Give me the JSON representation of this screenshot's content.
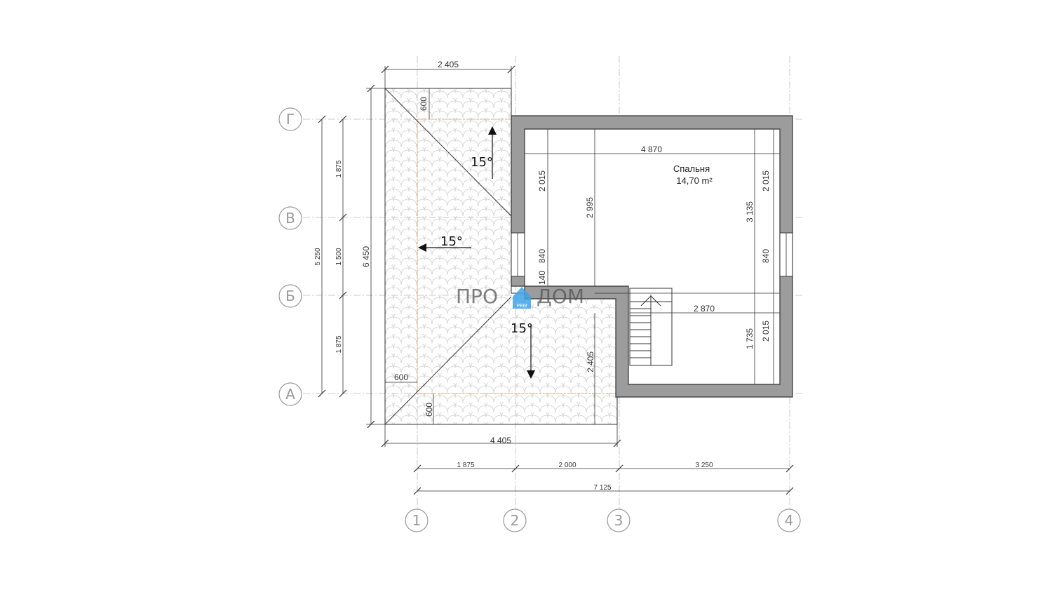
{
  "axes": {
    "vertical": [
      "1",
      "2",
      "3",
      "4"
    ],
    "horizontal": [
      "Г",
      "В",
      "Б",
      "А"
    ]
  },
  "room": {
    "name": "Спальня",
    "area": "14,70 m²"
  },
  "logo": {
    "left": "ПРО",
    "right": "ДОМ",
    "sub": "РЕМ"
  },
  "slopes": [
    "15°",
    "15°",
    "15°"
  ],
  "dims": {
    "top_width": "2 405",
    "overhang_top": "600",
    "overhang_left": "600",
    "overhang_bottom": "600",
    "roof_bottom_width": "4 405",
    "left_1875_top": "1 875",
    "left_1500": "1 500",
    "left_1875_bottom": "1 875",
    "left_5250": "5 250",
    "left_6450": "6 450",
    "room_width": "4 870",
    "room_2015_left": "2 015",
    "room_840_left": "840",
    "room_140": "140",
    "room_2995": "2 995",
    "room_3135": "3 135",
    "room_2015_right_top": "2 015",
    "room_840_right": "840",
    "room_2870": "2 870",
    "room_1735": "1 735",
    "room_2015_right_bottom": "2 015",
    "roof_2405_vertical": "2 405",
    "bottom_1875": "1 875",
    "bottom_2000": "2 000",
    "bottom_3250": "3 250",
    "bottom_7125": "7 125"
  }
}
